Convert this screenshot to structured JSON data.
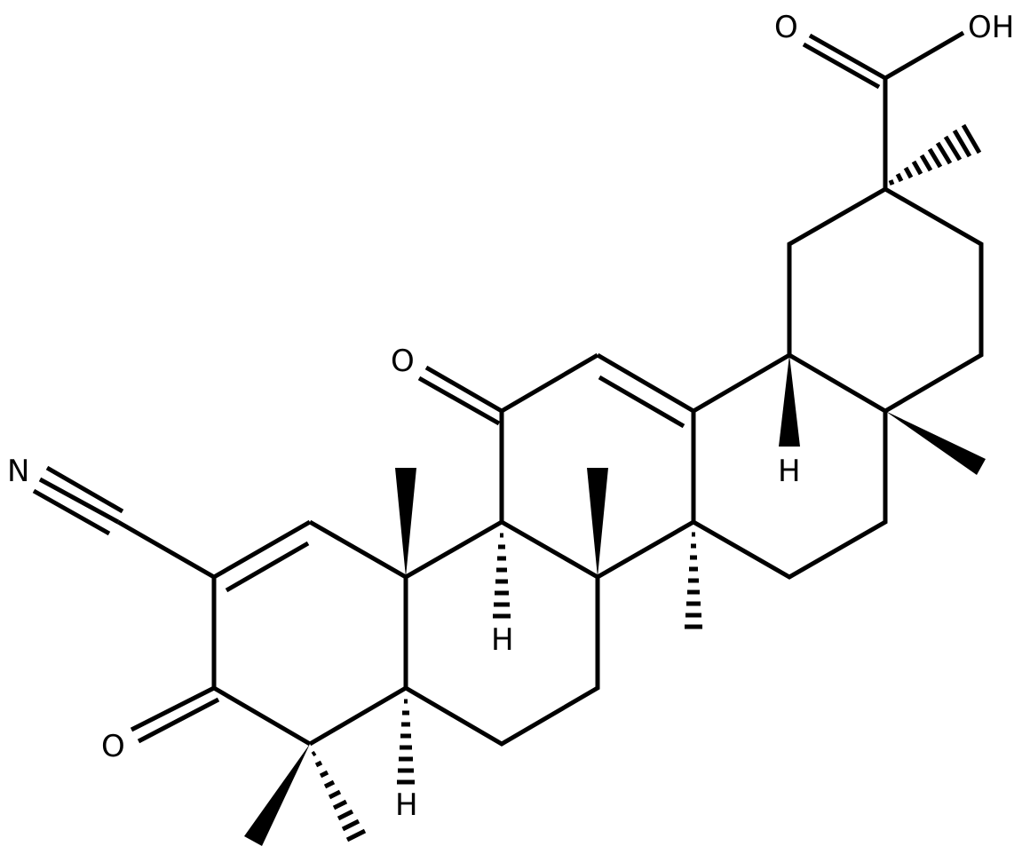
{
  "molecule": {
    "description": "Pentacyclic triterpenoid with 2-cyano-3-oxo-1-en A ring, 11-oxo-12-ene and 30-carboxylic acid",
    "atom_labels": {
      "carbonyl_O_acid": "O",
      "hydroxyl": "OH",
      "ketone_O_11": "O",
      "ketone_O_3": "O",
      "nitrile_N": "N",
      "H_18": "H",
      "H_9": "H",
      "H_5": "H"
    },
    "colors": {
      "bond": "#000000",
      "background": "#ffffff"
    }
  }
}
